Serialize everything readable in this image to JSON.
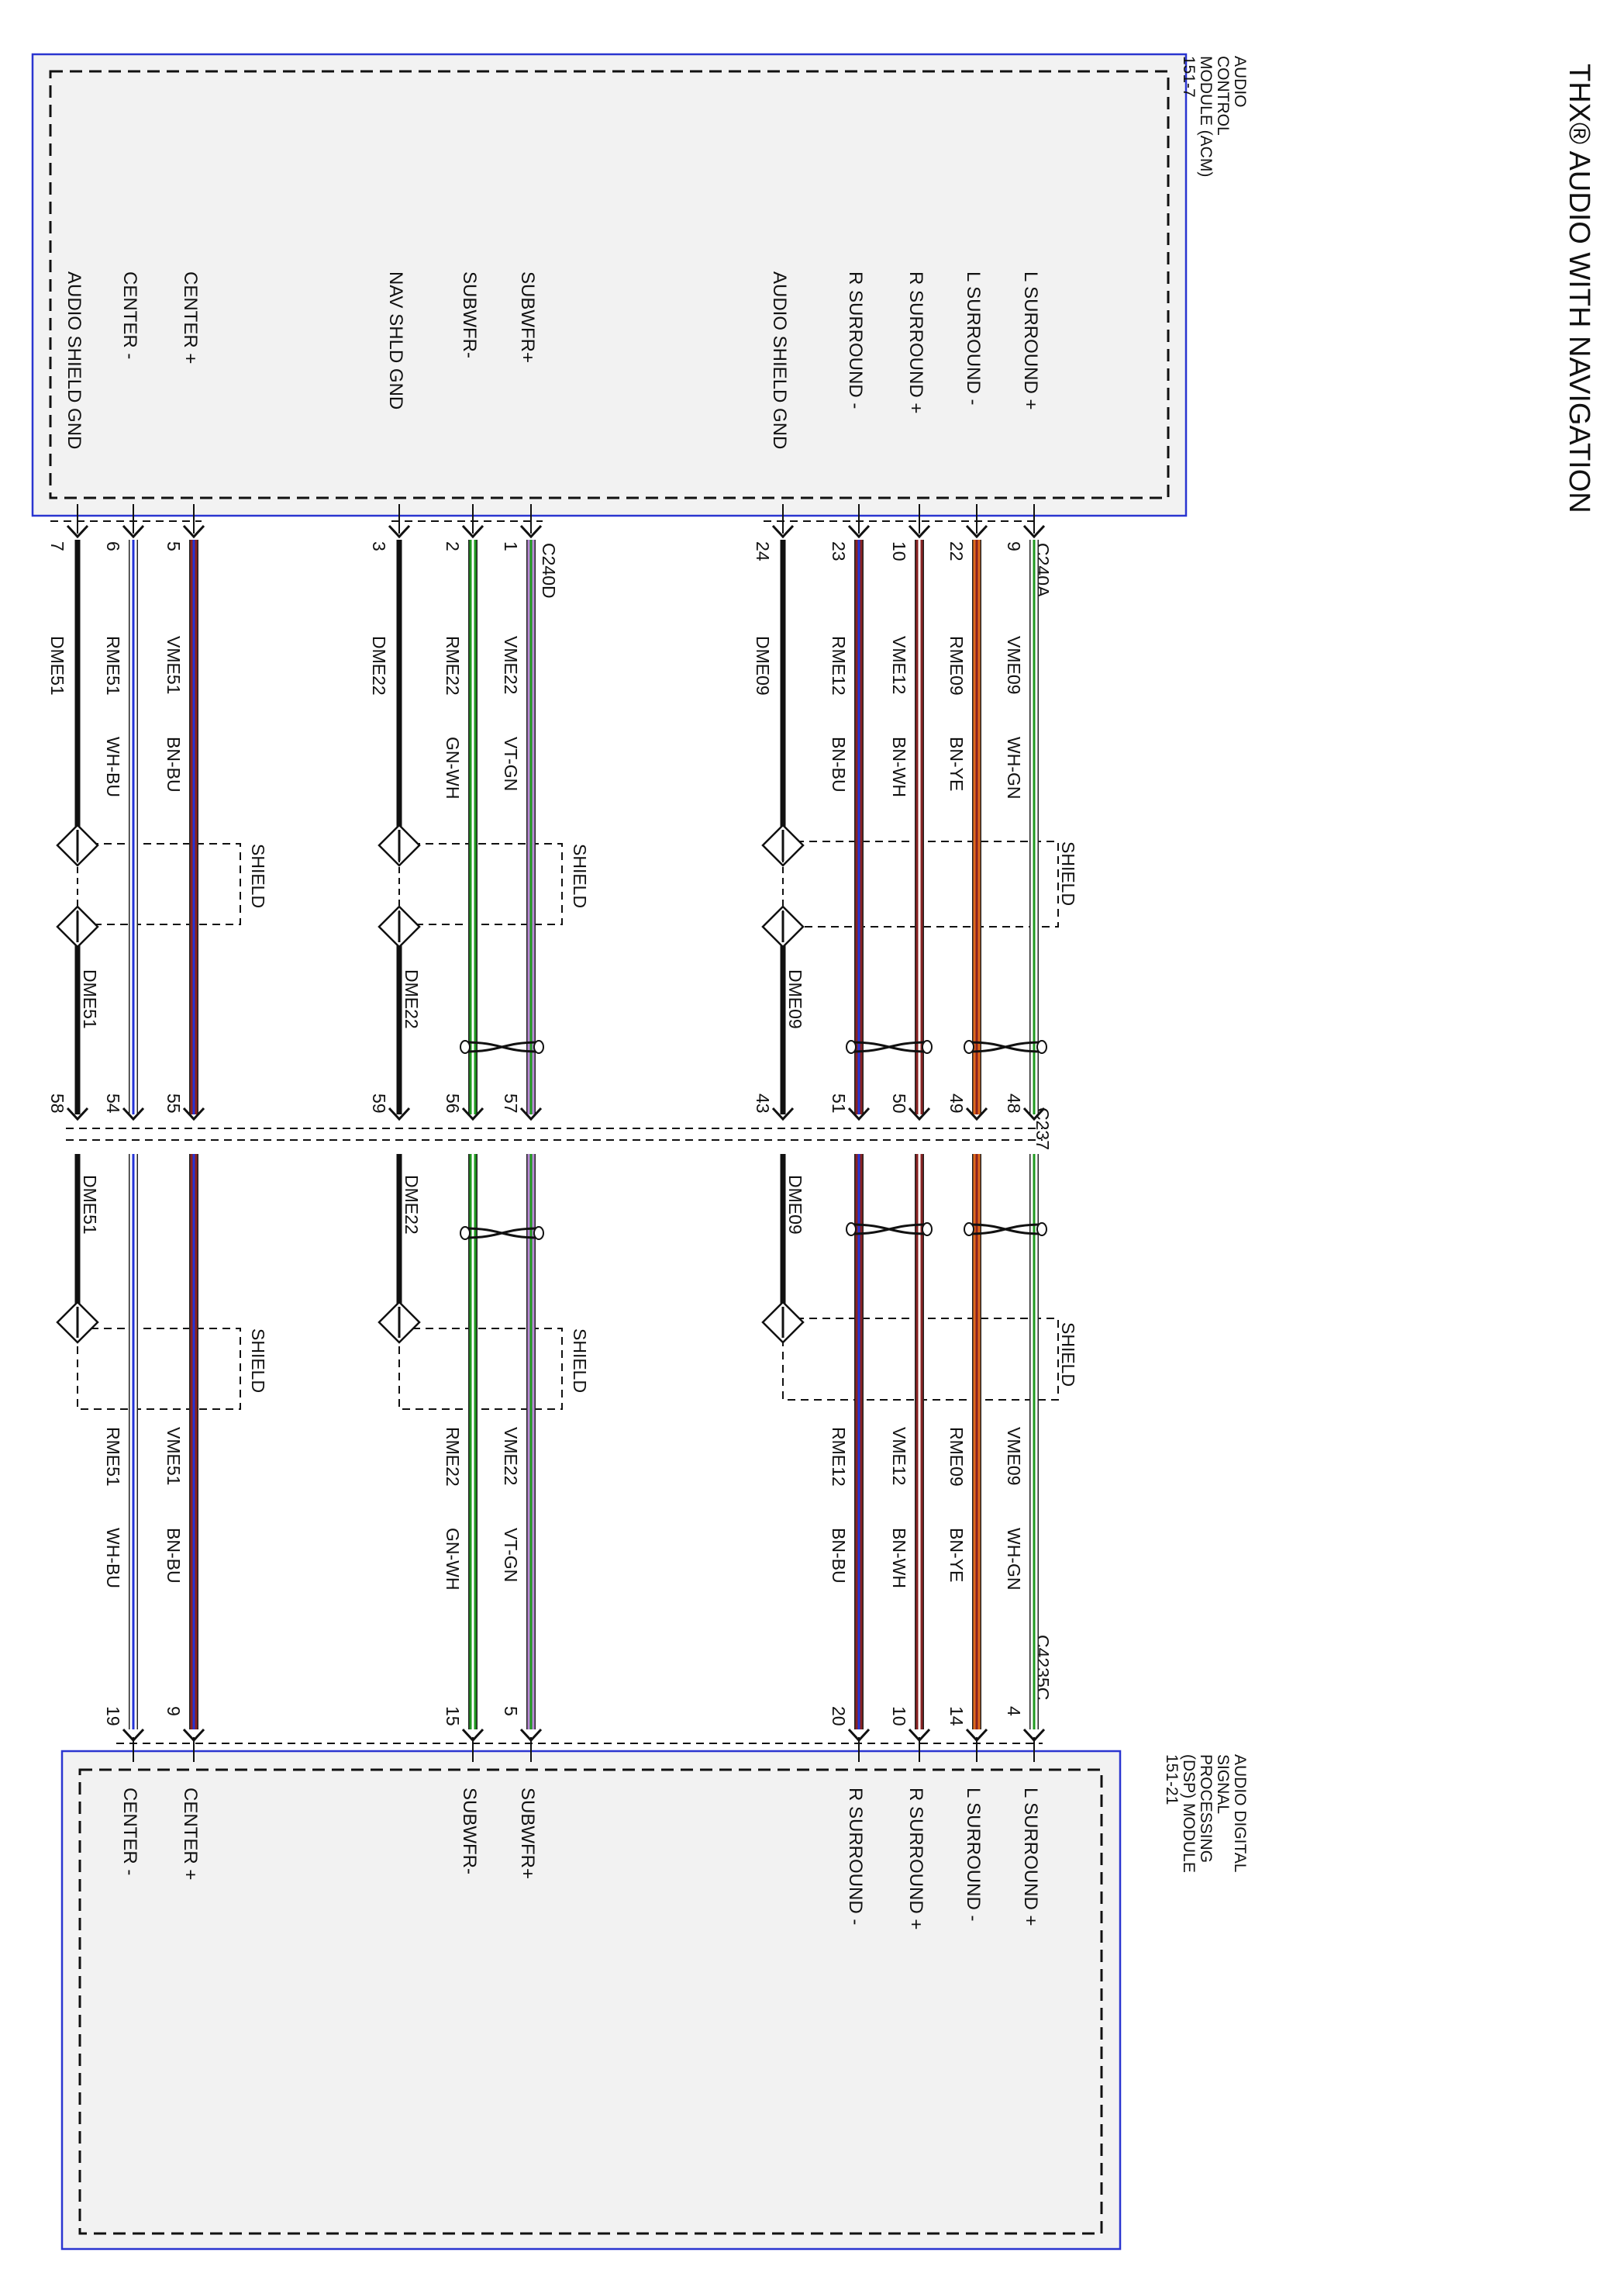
{
  "title": "THX® AUDIO WITH NAVIGATION",
  "modules": {
    "acm": {
      "lines": [
        "AUDIO",
        "CONTROL",
        "MODULE (ACM)",
        "151-7"
      ]
    },
    "dsp": {
      "lines": [
        "AUDIO DIGITAL",
        "SIGNAL",
        "PROCESSING",
        "(DSP) MODULE",
        "151-21"
      ]
    }
  },
  "connectors": {
    "top_a": "C240A",
    "top_d": "C240D",
    "inline": "C237",
    "bottom": "C4235C"
  },
  "shield_label": "SHIELD",
  "colors": {
    "module_border": "#2a35d0",
    "module_fill": "#f2f2f2",
    "BK": "#111111",
    "WH": "#ffffff",
    "GN": "#1f9a1f",
    "YE": "#e3d11b",
    "BU": "#2433d6",
    "BN": "#8a2222",
    "VT": "#b98ad6",
    "OG": "#e06a1a"
  },
  "circuits": [
    {
      "id": "lsp",
      "acm_label": "L SURROUND +",
      "acm_pin": "9",
      "inline_pin": "48",
      "dsp_pin": "4",
      "dsp_label": "L SURROUND +",
      "circuit": "VME09",
      "color_code": "WH-GN",
      "base": "WH",
      "stripe": "GN"
    },
    {
      "id": "lsm",
      "acm_label": "L SURROUND -",
      "acm_pin": "22",
      "inline_pin": "49",
      "dsp_pin": "14",
      "dsp_label": "L SURROUND -",
      "circuit": "RME09",
      "color_code": "BN-YE",
      "base": "OG",
      "stripe": "BN"
    },
    {
      "id": "rsp",
      "acm_label": "R SURROUND +",
      "acm_pin": "10",
      "inline_pin": "50",
      "dsp_pin": "10",
      "dsp_label": "R SURROUND +",
      "circuit": "VME12",
      "color_code": "BN-WH",
      "base": "BN",
      "stripe": "WH"
    },
    {
      "id": "rsm",
      "acm_label": "R SURROUND -",
      "acm_pin": "23",
      "inline_pin": "51",
      "dsp_pin": "20",
      "dsp_label": "R SURROUND -",
      "circuit": "RME12",
      "color_code": "BN-BU",
      "base": "BN",
      "stripe": "BU"
    },
    {
      "id": "asg1",
      "acm_label": "AUDIO SHIELD GND",
      "acm_pin": "24",
      "inline_pin": "43",
      "circuit": "DME09",
      "base": "BK"
    },
    {
      "id": "swp",
      "acm_label": "SUBWFR+",
      "acm_pin": "1",
      "inline_pin": "57",
      "dsp_pin": "5",
      "dsp_label": "SUBWFR+",
      "circuit": "VME22",
      "color_code": "VT-GN",
      "base": "VT",
      "stripe": "GN"
    },
    {
      "id": "swm",
      "acm_label": "SUBWFR-",
      "acm_pin": "2",
      "inline_pin": "56",
      "dsp_pin": "15",
      "dsp_label": "SUBWFR-",
      "circuit": "RME22",
      "color_code": "GN-WH",
      "base": "GN",
      "stripe": "WH"
    },
    {
      "id": "nsg",
      "acm_label": "NAV SHLD GND",
      "acm_pin": "3",
      "inline_pin": "59",
      "circuit": "DME22",
      "base": "BK"
    },
    {
      "id": "cp",
      "acm_label": "CENTER +",
      "acm_pin": "5",
      "inline_pin": "55",
      "dsp_pin": "9",
      "dsp_label": "CENTER +",
      "circuit": "VME51",
      "color_code": "BN-BU",
      "base": "BN",
      "stripe": "BU"
    },
    {
      "id": "cm",
      "acm_label": "CENTER -",
      "acm_pin": "6",
      "inline_pin": "54",
      "dsp_pin": "19",
      "dsp_label": "CENTER -",
      "circuit": "RME51",
      "color_code": "WH-BU",
      "base": "WH",
      "stripe": "BU"
    },
    {
      "id": "asg2",
      "acm_label": "AUDIO SHIELD GND",
      "acm_pin": "7",
      "inline_pin": "58",
      "circuit": "DME51",
      "base": "BK"
    }
  ]
}
